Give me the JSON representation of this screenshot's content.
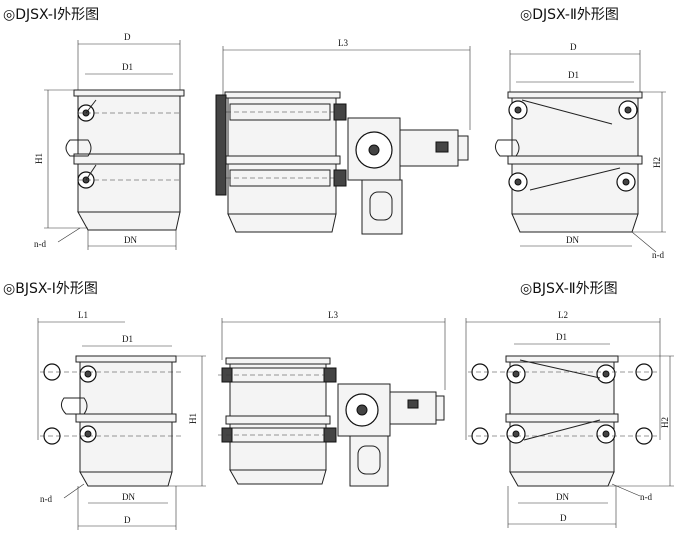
{
  "captions": {
    "djsx1": "◎DJSX-Ⅰ外形图",
    "djsx2": "◎DJSX-Ⅱ外形图",
    "bjsx1": "◎BJSX-Ⅰ外形图",
    "bjsx2": "◎BJSX-Ⅱ外形图"
  },
  "dims": {
    "D": "D",
    "D1": "D1",
    "DN": "DN",
    "H1": "H1",
    "H2": "H2",
    "L1": "L1",
    "L2": "L2",
    "L3": "L3",
    "nd": "n-d"
  }
}
